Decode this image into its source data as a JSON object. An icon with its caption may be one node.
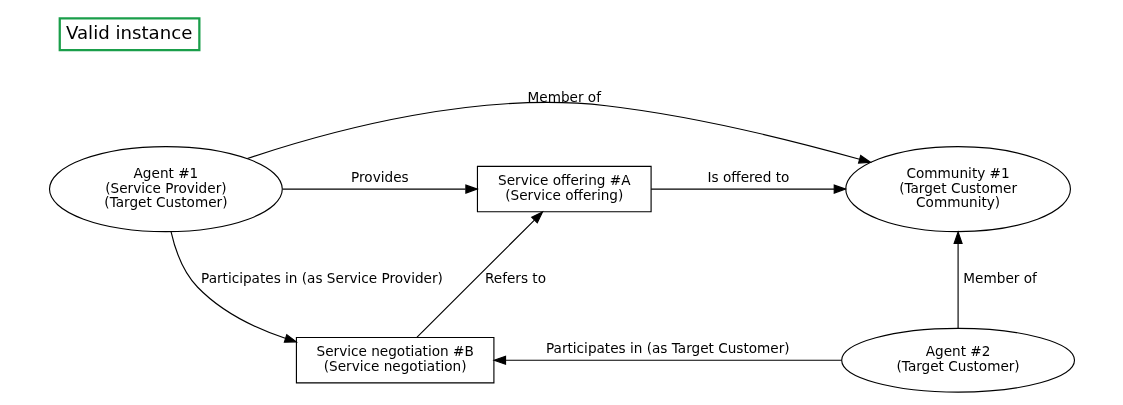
{
  "diagram": {
    "title": "Valid instance",
    "nodes": [
      {
        "text": [
          "Agent #1",
          "(Service Provider)",
          "(Target Customer)"
        ]
      },
      {
        "text": [
          "Service offering #A",
          "(Service offering)"
        ]
      },
      {
        "text": [
          "Community #1",
          "(Target Customer",
          "Community)"
        ]
      },
      {
        "text": [
          "Service negotiation #B",
          "(Service negotiation)"
        ]
      },
      {
        "text": [
          "Agent #2",
          "(Target Customer)"
        ]
      }
    ],
    "edges": [
      {
        "from": 0,
        "to": 2,
        "arrow": "to",
        "label": "Member of"
      },
      {
        "from": 0,
        "to": 1,
        "arrow": "to",
        "label": "Provides"
      },
      {
        "from": 1,
        "to": 2,
        "arrow": "to",
        "label": "Is offered to"
      },
      {
        "from": 3,
        "to": 1,
        "arrow": "to",
        "label": "Refers to"
      },
      {
        "from": 4,
        "to": 2,
        "arrow": "to",
        "label": "Member of"
      },
      {
        "from": 0,
        "to": 3,
        "arrow": "to",
        "label": "Participates in (as Service Provider)"
      },
      {
        "from": 4,
        "to": 3,
        "arrow": "to",
        "label": "Participates in (as Target Customer)"
      }
    ]
  }
}
